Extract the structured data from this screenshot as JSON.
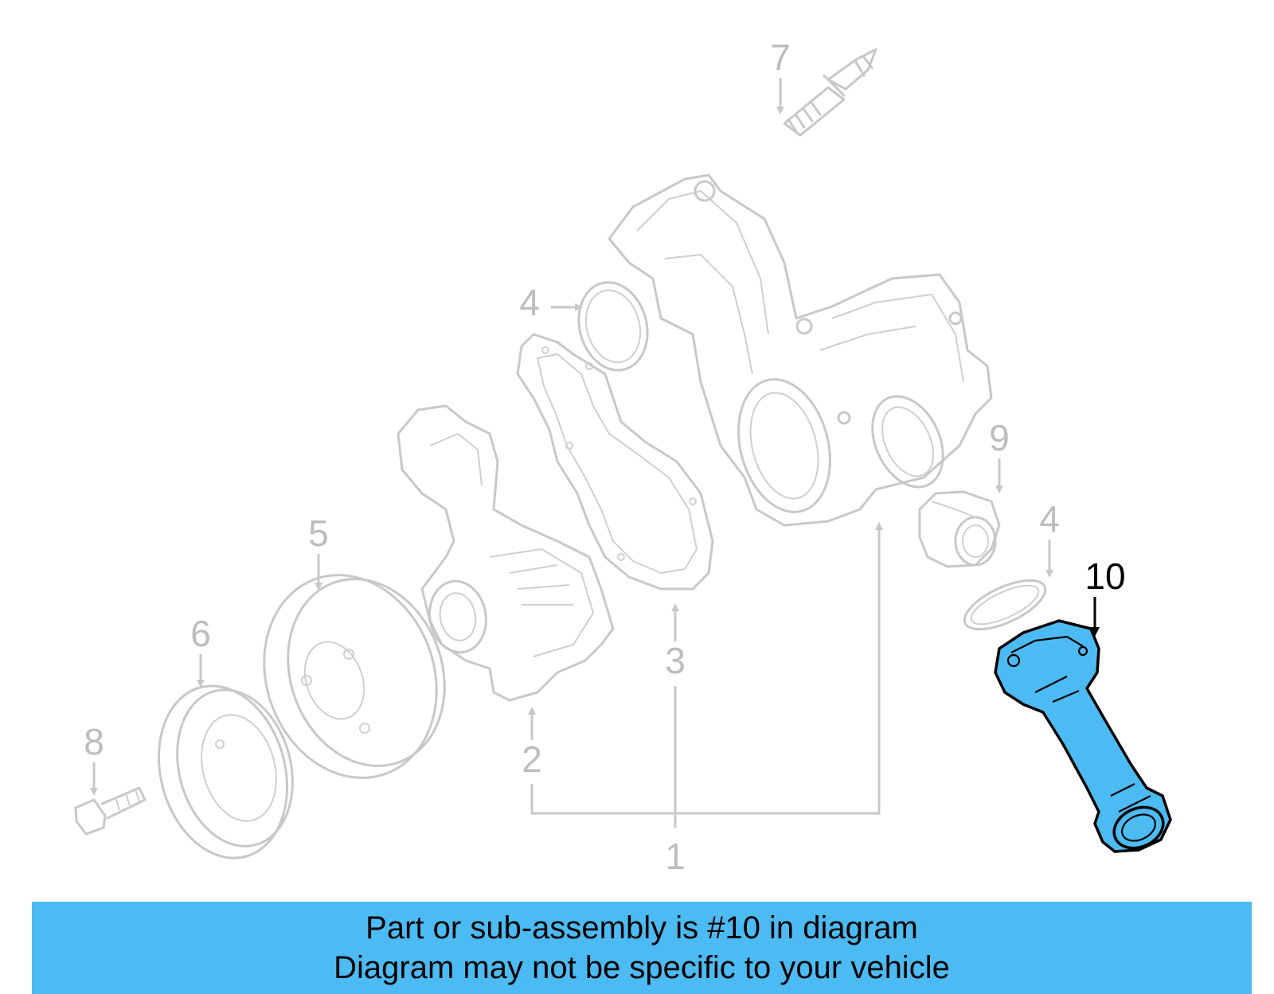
{
  "diagram": {
    "callouts": [
      {
        "number": "1"
      },
      {
        "number": "2"
      },
      {
        "number": "3"
      },
      {
        "number": "4"
      },
      {
        "number": "4"
      },
      {
        "number": "5"
      },
      {
        "number": "6"
      },
      {
        "number": "7"
      },
      {
        "number": "8"
      },
      {
        "number": "9"
      },
      {
        "number": "10"
      }
    ],
    "highlighted_part": "10",
    "highlight_color": "#4dbbf3",
    "outline_color": "#c8c8c8"
  },
  "banner": {
    "line1": "Part or sub-assembly is #10 in diagram",
    "line2": "Diagram may not be specific to your vehicle"
  }
}
